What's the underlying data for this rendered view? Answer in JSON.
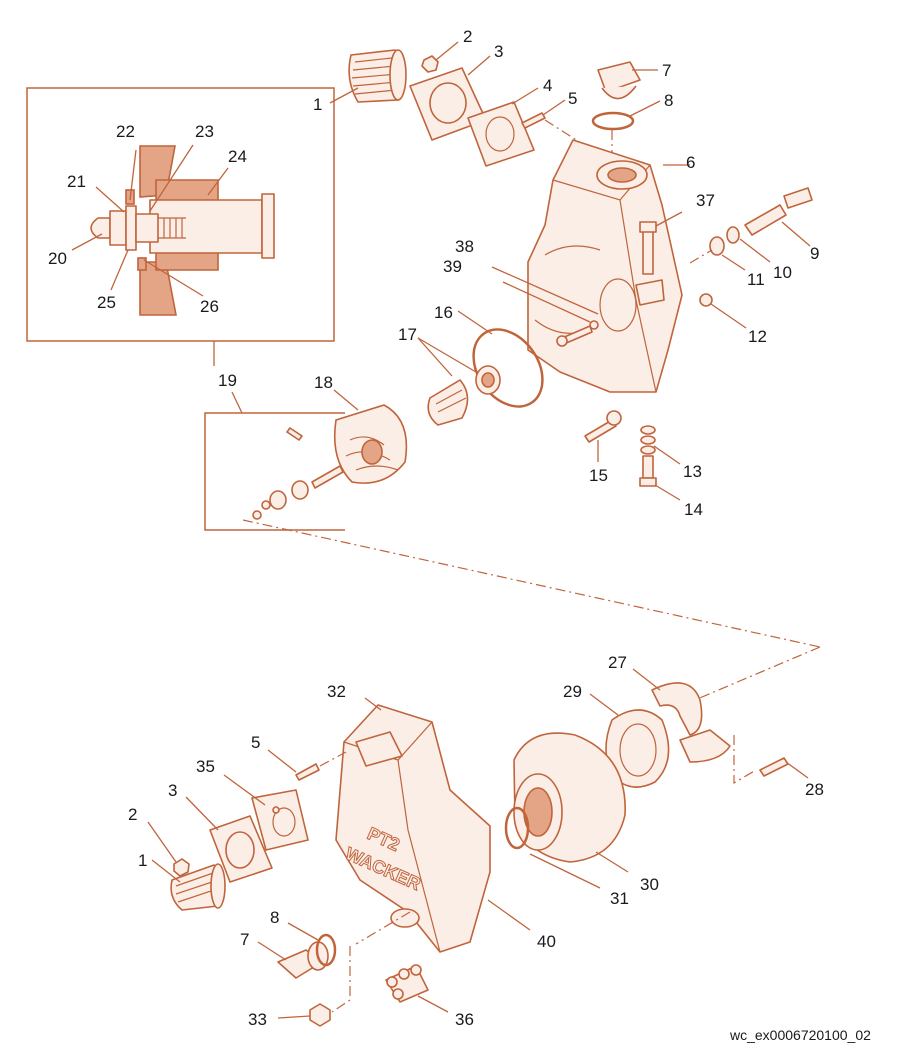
{
  "diagram": {
    "reference_code": "wc_ex0006720100_02",
    "accent_color": "#c0643c",
    "housing_emboss": [
      "PT2",
      "WACKER"
    ],
    "callouts": {
      "c1a": "1",
      "c2a": "2",
      "c3a": "3",
      "c4": "4",
      "c5a": "5",
      "c6": "6",
      "c7a": "7",
      "c8a": "8",
      "c9": "9",
      "c10": "10",
      "c11": "11",
      "c12": "12",
      "c13": "13",
      "c14": "14",
      "c15": "15",
      "c16": "16",
      "c17": "17",
      "c18": "18",
      "c19": "19",
      "c20": "20",
      "c21": "21",
      "c22": "22",
      "c23": "23",
      "c24": "24",
      "c25": "25",
      "c26": "26",
      "c27": "27",
      "c28": "28",
      "c29": "29",
      "c30": "30",
      "c31": "31",
      "c32": "32",
      "c33": "33",
      "c35": "35",
      "c36": "36",
      "c37": "37",
      "c38": "38",
      "c39": "39",
      "c40": "40",
      "c1b": "1",
      "c2b": "2",
      "c3b": "3",
      "c5b": "5",
      "c7b": "7",
      "c8b": "8"
    }
  }
}
